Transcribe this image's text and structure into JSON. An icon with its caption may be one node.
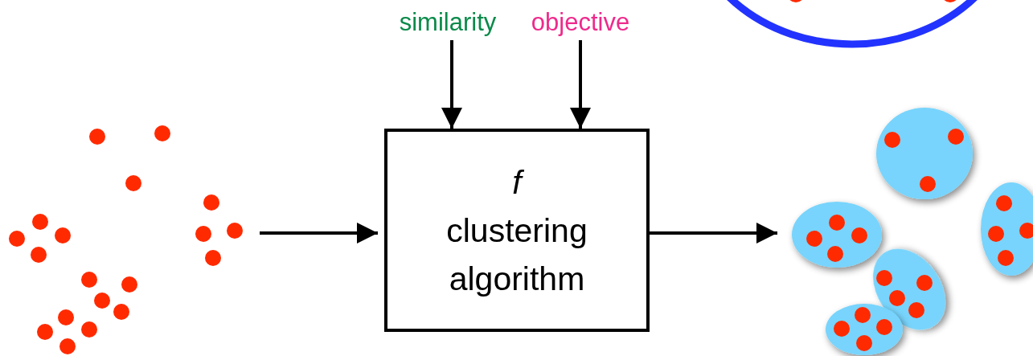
{
  "diagram": {
    "nodes": [
      {
        "text": [
          "similarity"
        ]
      },
      {
        "text": [
          "objective"
        ]
      },
      {
        "text": [
          "f",
          "clustering algorithm"
        ]
      },
      {
        "text": [],
        "shape": "picture"
      },
      {
        "text": [],
        "shape": "picture"
      }
    ],
    "edges": [
      {
        "from": 0,
        "to": 2,
        "arrow": "to"
      },
      {
        "from": 1,
        "to": 2,
        "arrow": "to"
      },
      {
        "from": 3,
        "to": 2,
        "arrow": "to"
      },
      {
        "from": 2,
        "to": 4,
        "arrow": "to"
      }
    ]
  }
}
